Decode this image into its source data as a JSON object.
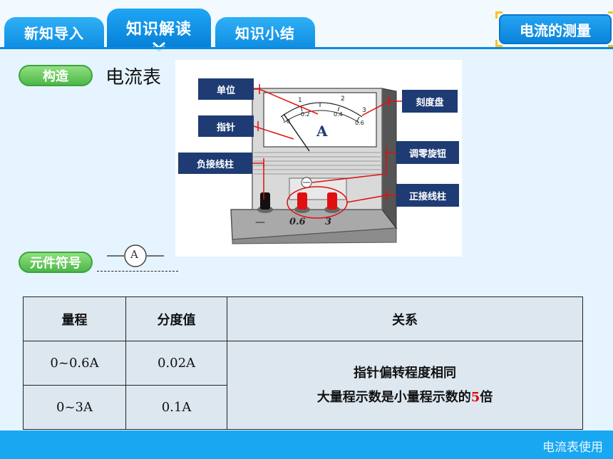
{
  "tabs": [
    {
      "label": "新知导入",
      "active": false
    },
    {
      "label": "知识解读",
      "active": true
    },
    {
      "label": "知识小结",
      "active": false
    }
  ],
  "topic": "电流的测量",
  "sections": {
    "structure_label": "构造",
    "structure_title": "电流表",
    "symbol_label": "元件符号",
    "symbol_letter": "A"
  },
  "meter": {
    "callouts": {
      "unit": "单位",
      "needle": "指针",
      "negative": "负接线柱",
      "scale": "刻度盘",
      "zero_knob": "调零旋钮",
      "positive": "正接线柱"
    },
    "dial_letter": "A",
    "dial_small": [
      "0",
      "0.2",
      "0.4",
      "0.6"
    ],
    "dial_big": [
      "1",
      "2",
      "3"
    ],
    "terminals": [
      "—",
      "0.6",
      "3"
    ]
  },
  "table": {
    "headers": [
      "量程",
      "分度值",
      "关系"
    ],
    "rows": [
      {
        "range": "0~0.6A",
        "division": "0.02A"
      },
      {
        "range": "0~3A",
        "division": "0.1A"
      }
    ],
    "relation_line1": "指针偏转程度相同",
    "relation_line2_prefix": "大量程示数是小量程示数的",
    "relation_factor": "5",
    "relation_line2_suffix": "倍"
  },
  "footer": {
    "label": "电流表使用"
  },
  "colors": {
    "tab_blue": "#108fe3",
    "pill_green": "#4cb84a",
    "callout_navy": "#1e3b74",
    "accent_red": "#e00000"
  }
}
